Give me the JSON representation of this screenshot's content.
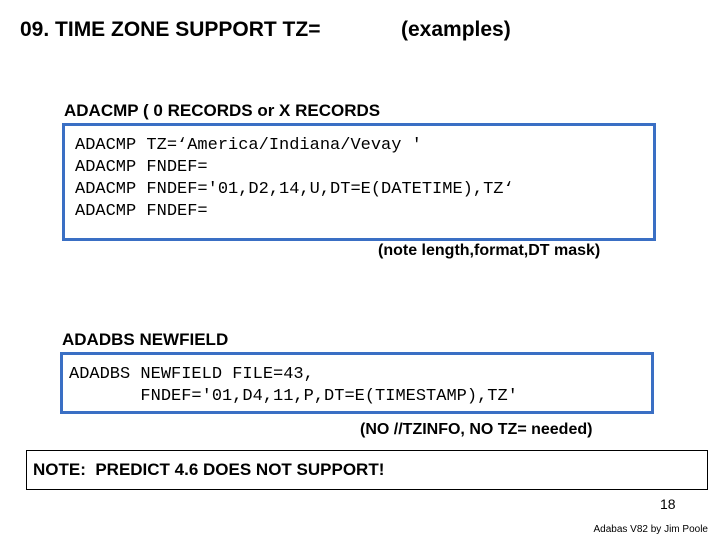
{
  "title": {
    "main": "09. TIME ZONE SUPPORT TZ=",
    "suffix": "(examples)"
  },
  "adacmp_section": {
    "heading": "ADACMP ( 0 RECORDS or X RECORDS",
    "code_lines": [
      "ADACMP TZ=‘America/Indiana/Vevay '",
      "ADACMP FNDEF=",
      "ADACMP FNDEF='01,D2,14,U,DT=E(DATETIME),TZ‘",
      "ADACMP FNDEF="
    ],
    "note": "(note length,format,DT mask)"
  },
  "adadbs_section": {
    "heading": "ADADBS NEWFIELD",
    "code_lines": [
      "ADADBS NEWFIELD FILE=43,",
      "       FNDEF='01,D4,11,P,DT=E(TIMESTAMP),TZ'"
    ],
    "note": "(NO //TZINFO, NO TZ= needed)"
  },
  "warning": {
    "text": "NOTE:  PREDICT 4.6 DOES NOT SUPPORT!"
  },
  "page_number": "18",
  "footer": "Adabas V82 by Jim Poole",
  "colors": {
    "code_box_border": "#3a6fc4",
    "text": "#000000",
    "background": "#ffffff"
  }
}
